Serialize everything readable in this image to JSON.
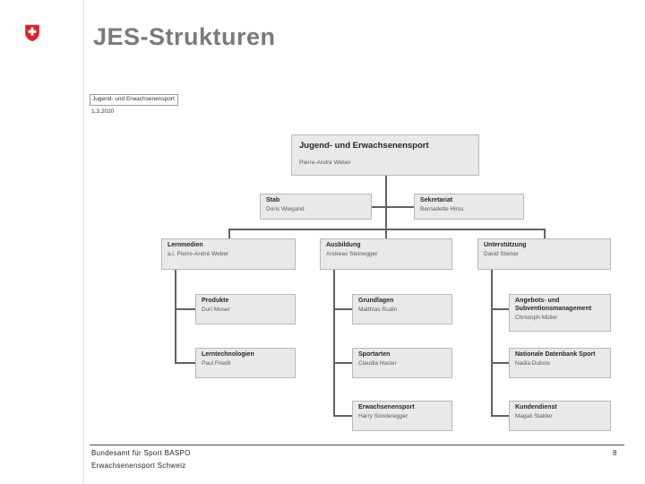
{
  "slide": {
    "title": "JES-Strukturen",
    "org_label": "Jugend- und Erwachsenensport",
    "org_date": "1.3.2020",
    "footer": {
      "line1": "Bundesamt für Sport BASPO",
      "line2": "Erwachsenensport Schweiz",
      "page_number": "8"
    }
  },
  "org_chart": {
    "root": {
      "title": "Jugend- und Erwachsenensport",
      "person": "Pierre-André Weber"
    },
    "stab": {
      "title": "Stab",
      "person": "Doris Wiegand"
    },
    "sekretariat": {
      "title": "Sekretariat",
      "person": "Bernadette Hirss"
    },
    "lernmedien": {
      "title": "Lernmedien",
      "person": "a.i. Pierre-André Weber"
    },
    "ausbildung": {
      "title": "Ausbildung",
      "person": "Andreas Steinegger"
    },
    "unterstuetzung": {
      "title": "Unterstützung",
      "person": "David Steiner"
    },
    "produkte": {
      "title": "Produkte",
      "person": "Duri Moser"
    },
    "grundlagen": {
      "title": "Grundlagen",
      "person": "Matthias Rudin"
    },
    "angebots": {
      "title": "Angebots- und Subventionsmanagement",
      "person": "Christoph Müller"
    },
    "lerntechnologien": {
      "title": "Lerntechnologien",
      "person": "Paul Friedli"
    },
    "sportarten": {
      "title": "Sportarten",
      "person": "Claudia Hasler"
    },
    "datenbank": {
      "title": "Nationale Datenbank Sport",
      "person": "Nadia Dubois"
    },
    "erwachsenensport": {
      "title": "Erwachsenensport",
      "person": "Harry Sonderegger"
    },
    "kundendienst": {
      "title": "Kundendienst",
      "person": "Magali Stalder"
    }
  },
  "colors": {
    "swiss_red": "#d8232a",
    "box_fill": "#e9e9e9",
    "box_border": "#b8b8b8",
    "connector": "#616161",
    "title_gray": "#7a7a7a"
  }
}
